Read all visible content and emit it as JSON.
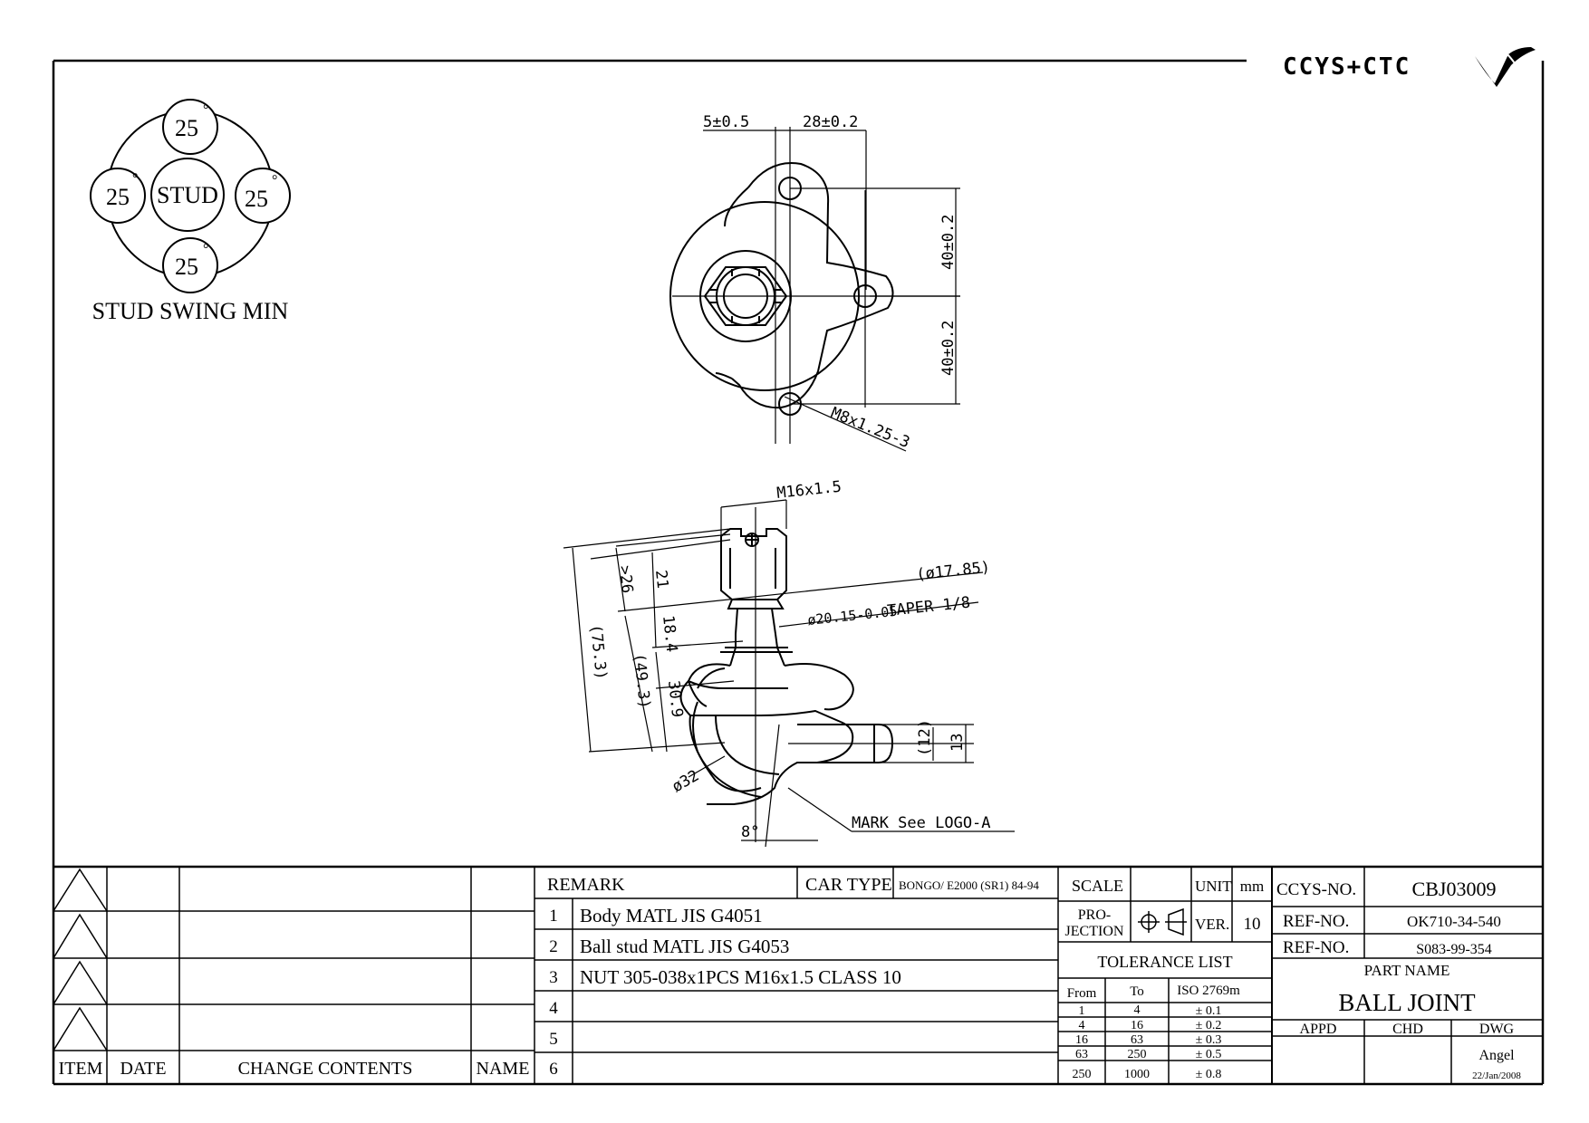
{
  "brand": {
    "logo_text": "CCYS+CTC"
  },
  "swing": {
    "stud_label": "STUD",
    "angles": [
      "25",
      "25",
      "25",
      "25"
    ],
    "degree_mark": "°",
    "caption": "STUD SWING MIN"
  },
  "top_view": {
    "dims": [
      "5±0.5",
      "28±0.2",
      "40±0.2",
      "40±0.2",
      "M8x1.25-3"
    ]
  },
  "side_view": {
    "dims": [
      "M16x1.5",
      "(ø17.85)",
      "ø20.15-0.05",
      "TAPER 1/8",
      ">26",
      "21",
      "18.4",
      "(75.3)",
      "(49.3)",
      "30.9",
      "(12)",
      "13",
      "ø32",
      "8°",
      "MARK See LOGO-A"
    ]
  },
  "revisions": {
    "headers": {
      "item": "ITEM",
      "date": "DATE",
      "contents": "CHANGE CONTENTS",
      "name": "NAME"
    }
  },
  "remarks": {
    "header": "REMARK",
    "car_type_label": "CAR TYPE",
    "car_type_value": "BONGO/ E2000 (SR1) 84-94",
    "rows": [
      {
        "num": "1",
        "text": "Body MATL JIS G4051"
      },
      {
        "num": "2",
        "text": "Ball stud MATL JIS G4053"
      },
      {
        "num": "3",
        "text": "NUT 305-038x1PCS M16x1.5 CLASS 10"
      },
      {
        "num": "4",
        "text": ""
      },
      {
        "num": "5",
        "text": ""
      },
      {
        "num": "6",
        "text": ""
      }
    ]
  },
  "spec": {
    "scale_label": "SCALE",
    "unit_label": "UNIT",
    "unit_value": "mm",
    "projection_label_1": "PRO-",
    "projection_label_2": "JECTION",
    "ver_label": "VER.",
    "ver_value": "10",
    "tolerance_title": "TOLERANCE LIST",
    "tolerance_headers": [
      "From",
      "To",
      "ISO 2769m"
    ],
    "tolerance_rows": [
      [
        "1",
        "4",
        "± 0.1"
      ],
      [
        "4",
        "16",
        "± 0.2"
      ],
      [
        "16",
        "63",
        "± 0.3"
      ],
      [
        "63",
        "250",
        "± 0.5"
      ],
      [
        "250",
        "1000",
        "± 0.8"
      ]
    ]
  },
  "part": {
    "ccys_label": "CCYS-NO.",
    "ccys_value": "CBJ03009",
    "ref1_label": "REF-NO.",
    "ref1_value": "OK710-34-540",
    "ref2_label": "REF-NO.",
    "ref2_value": "S083-99-354",
    "part_name_label": "PART NAME",
    "part_name_value": "BALL JOINT",
    "appd_label": "APPD",
    "chd_label": "CHD",
    "dwg_label": "DWG",
    "dwg_name": "Angel",
    "dwg_date": "22/Jan/2008"
  }
}
